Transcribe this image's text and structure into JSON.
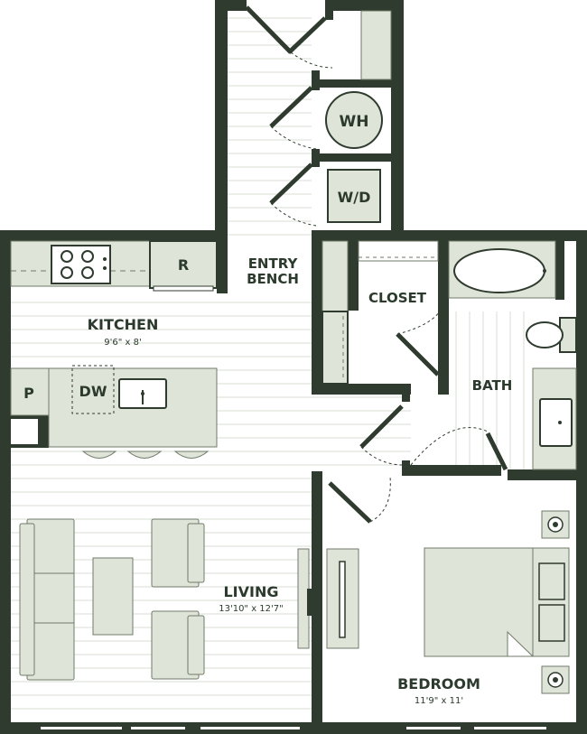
{
  "colors": {
    "wall": "#2f3b2e",
    "fixture": "#dfe4d8",
    "fixture_stroke": "#6f7a68",
    "floor_line": "#d9dcd6",
    "text": "#2b3a2c",
    "background": "#ffffff"
  },
  "rooms": {
    "entry": {
      "line1": "ENTRY",
      "line2": "BENCH"
    },
    "kitchen": {
      "name": "KITCHEN",
      "dims": "9'6\" x 8'"
    },
    "closet": {
      "name": "CLOSET"
    },
    "bath": {
      "name": "BATH"
    },
    "living": {
      "name": "LIVING",
      "dims": "13'10\" x 12'7\""
    },
    "bedroom": {
      "name": "BEDROOM",
      "dims": "11'9\" x 11'"
    }
  },
  "fixtures": {
    "water_heater": "WH",
    "washer_dryer": "W/D",
    "refrigerator": "R",
    "dishwasher": "DW",
    "pantry": "P"
  },
  "icons": [
    "range-icon",
    "sink-icon",
    "bathtub-icon",
    "toilet-icon",
    "bed-icon",
    "lamp-icon",
    "tv-icon",
    "sofa-icon",
    "armchair-icon",
    "door-icon",
    "window-icon"
  ]
}
